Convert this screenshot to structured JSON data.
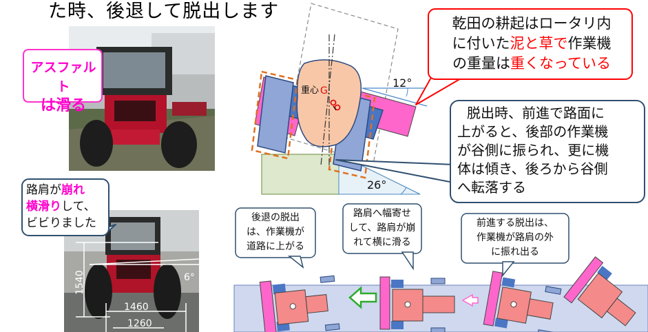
{
  "title": "た時、後退して脱出します",
  "callouts": {
    "asphalt": [
      "アスファルト",
      "は滑る"
    ],
    "soil": {
      "line1": "乾田の耕起はロータリ内",
      "line2_pre": "に付いた",
      "line2_hl": "泥と草で",
      "line2_post": "作業機",
      "line3_pre": "の重量は",
      "line3_hl": "重くなっている"
    },
    "shoulder": {
      "pre": "路肩が",
      "hl1": "崩れ",
      "hl2": "横滑り",
      "post": "して、",
      "line3": "ビビりました"
    },
    "forward_risk": [
      "脱出時、前進で路面に",
      "上がると、後部の作業機",
      "が谷側に振られ、更に機",
      "体は傾き、後ろから谷側",
      "へ転落する"
    ],
    "reverse_exit": [
      "後退の脱出",
      "は、作業機が",
      "道路に上がる"
    ],
    "shoulder_shift": [
      "路肩へ幅寄せ",
      "して、路肩が崩",
      "れて横に滑る"
    ],
    "forward_exit": [
      "前進する脱出は、",
      "作業機が路肩の外",
      "に振れ出る"
    ]
  },
  "diagram": {
    "cog_label": "重心",
    "cog_letter": "G",
    "tilt_angle": "12°",
    "slope_angle": "26°"
  },
  "dimensions": {
    "height": "1540",
    "track_outer": "1460",
    "track_inner": "1260",
    "tilt": "6°"
  },
  "colors": {
    "callout_border_pink": "#ff33cc",
    "callout_border_red": "#ff0000",
    "callout_border_navy": "#2f4f6f",
    "highlight_red": "#ff0000",
    "highlight_magenta": "#ff00cc",
    "tractor_body": "#f4bfbf",
    "implement": "#ff66cc",
    "tractor_blue": "#4a76c4",
    "road_blue": "#cfd8ee",
    "slope_green": "#dde8cc"
  }
}
